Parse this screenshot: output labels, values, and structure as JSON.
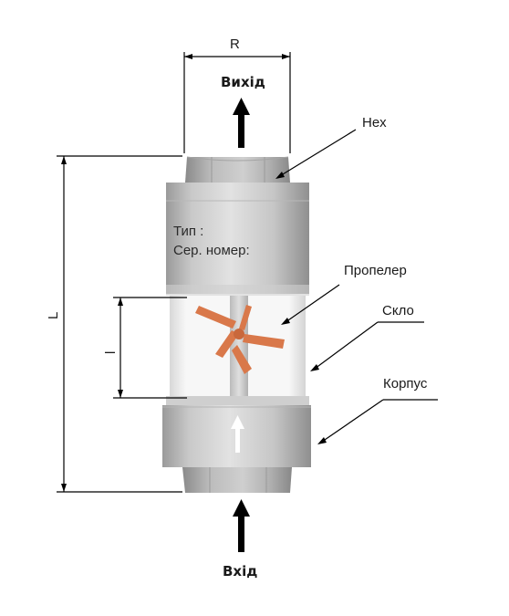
{
  "labels": {
    "dim_r": "R",
    "dim_L": "L",
    "dim_l": "l",
    "outlet": "Вихід",
    "inlet": "Вхід",
    "hex": "Hex",
    "propeller": "Пропелер",
    "glass": "Скло",
    "housing": "Корпус"
  },
  "body_text": {
    "type_label": "Тип :",
    "serial_label": "Сер. номер:"
  },
  "colors": {
    "metal_light": "#d4d4d4",
    "metal_mid": "#bdbdbd",
    "metal_dark": "#8e8e8e",
    "propeller": "#d9784a",
    "glass": "#f4f4f4",
    "line": "#000000"
  }
}
